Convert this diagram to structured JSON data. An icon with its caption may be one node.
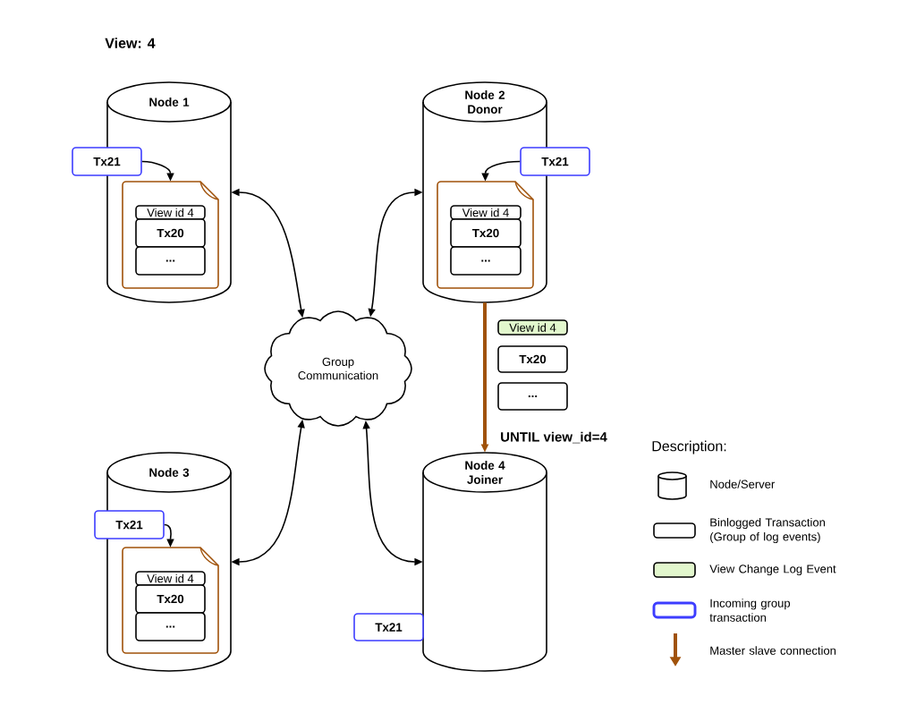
{
  "diagram": {
    "title": "View: 4",
    "nodes": [
      {
        "text": [
          "Node 1"
        ]
      },
      {
        "text": [
          "Tx21"
        ]
      },
      {
        "text": [],
        "shape": "document",
        "in": 0
      },
      {
        "text": [
          "View id 4"
        ],
        "in": 2
      },
      {
        "text": [
          "Tx20"
        ],
        "in": 2
      },
      {
        "text": [
          "..."
        ],
        "in": 2
      },
      {
        "text": [
          "Node 2 Donor"
        ]
      },
      {
        "text": [
          "Tx21"
        ]
      },
      {
        "text": [],
        "shape": "document",
        "in": 6
      },
      {
        "text": [
          "View id 4"
        ],
        "in": 8
      },
      {
        "text": [
          "Tx20"
        ],
        "in": 8
      },
      {
        "text": [
          "..."
        ],
        "in": 8
      },
      {
        "text": [
          "Group Communication"
        ]
      },
      {
        "text": [
          "View id 4"
        ]
      },
      {
        "text": [
          "Tx20"
        ]
      },
      {
        "text": [
          "..."
        ]
      },
      {
        "text": [
          "Node 3"
        ]
      },
      {
        "text": [
          "Tx21"
        ]
      },
      {
        "text": [],
        "shape": "document",
        "in": 16
      },
      {
        "text": [
          "View id 4"
        ],
        "in": 18
      },
      {
        "text": [
          "Tx20"
        ],
        "in": 18
      },
      {
        "text": [
          "..."
        ],
        "in": 18
      },
      {
        "text": [
          "Node 4 Joiner"
        ]
      },
      {
        "text": [
          "Tx21"
        ]
      }
    ],
    "edges": [
      {
        "from": 1,
        "to": 2,
        "arrow": "to"
      },
      {
        "from": 0,
        "to": 12,
        "arrow": "both"
      },
      {
        "from": 7,
        "to": 8,
        "arrow": "to"
      },
      {
        "from": 6,
        "to": 12,
        "arrow": "both"
      },
      {
        "from": 6,
        "to": 22,
        "arrow": "to",
        "label": "UNTIL view_id=4",
        "style": "thick",
        "color": "#a0520a"
      },
      {
        "from": 17,
        "to": 18,
        "arrow": "to"
      },
      {
        "from": 16,
        "to": 12,
        "arrow": "both"
      },
      {
        "from": 22,
        "to": 12,
        "arrow": "both"
      }
    ],
    "labels": [
      "Description:"
    ],
    "legend": [
      {
        "text": "Node/Server"
      },
      {
        "text": "Binlogged Transaction (Group of log events)"
      },
      {
        "text": "View Change Log Event",
        "color": "#e2f7cd"
      },
      {
        "text": "Incoming group transaction",
        "color": "#3d3dff"
      },
      {
        "text": "Master slave connection"
      }
    ]
  }
}
